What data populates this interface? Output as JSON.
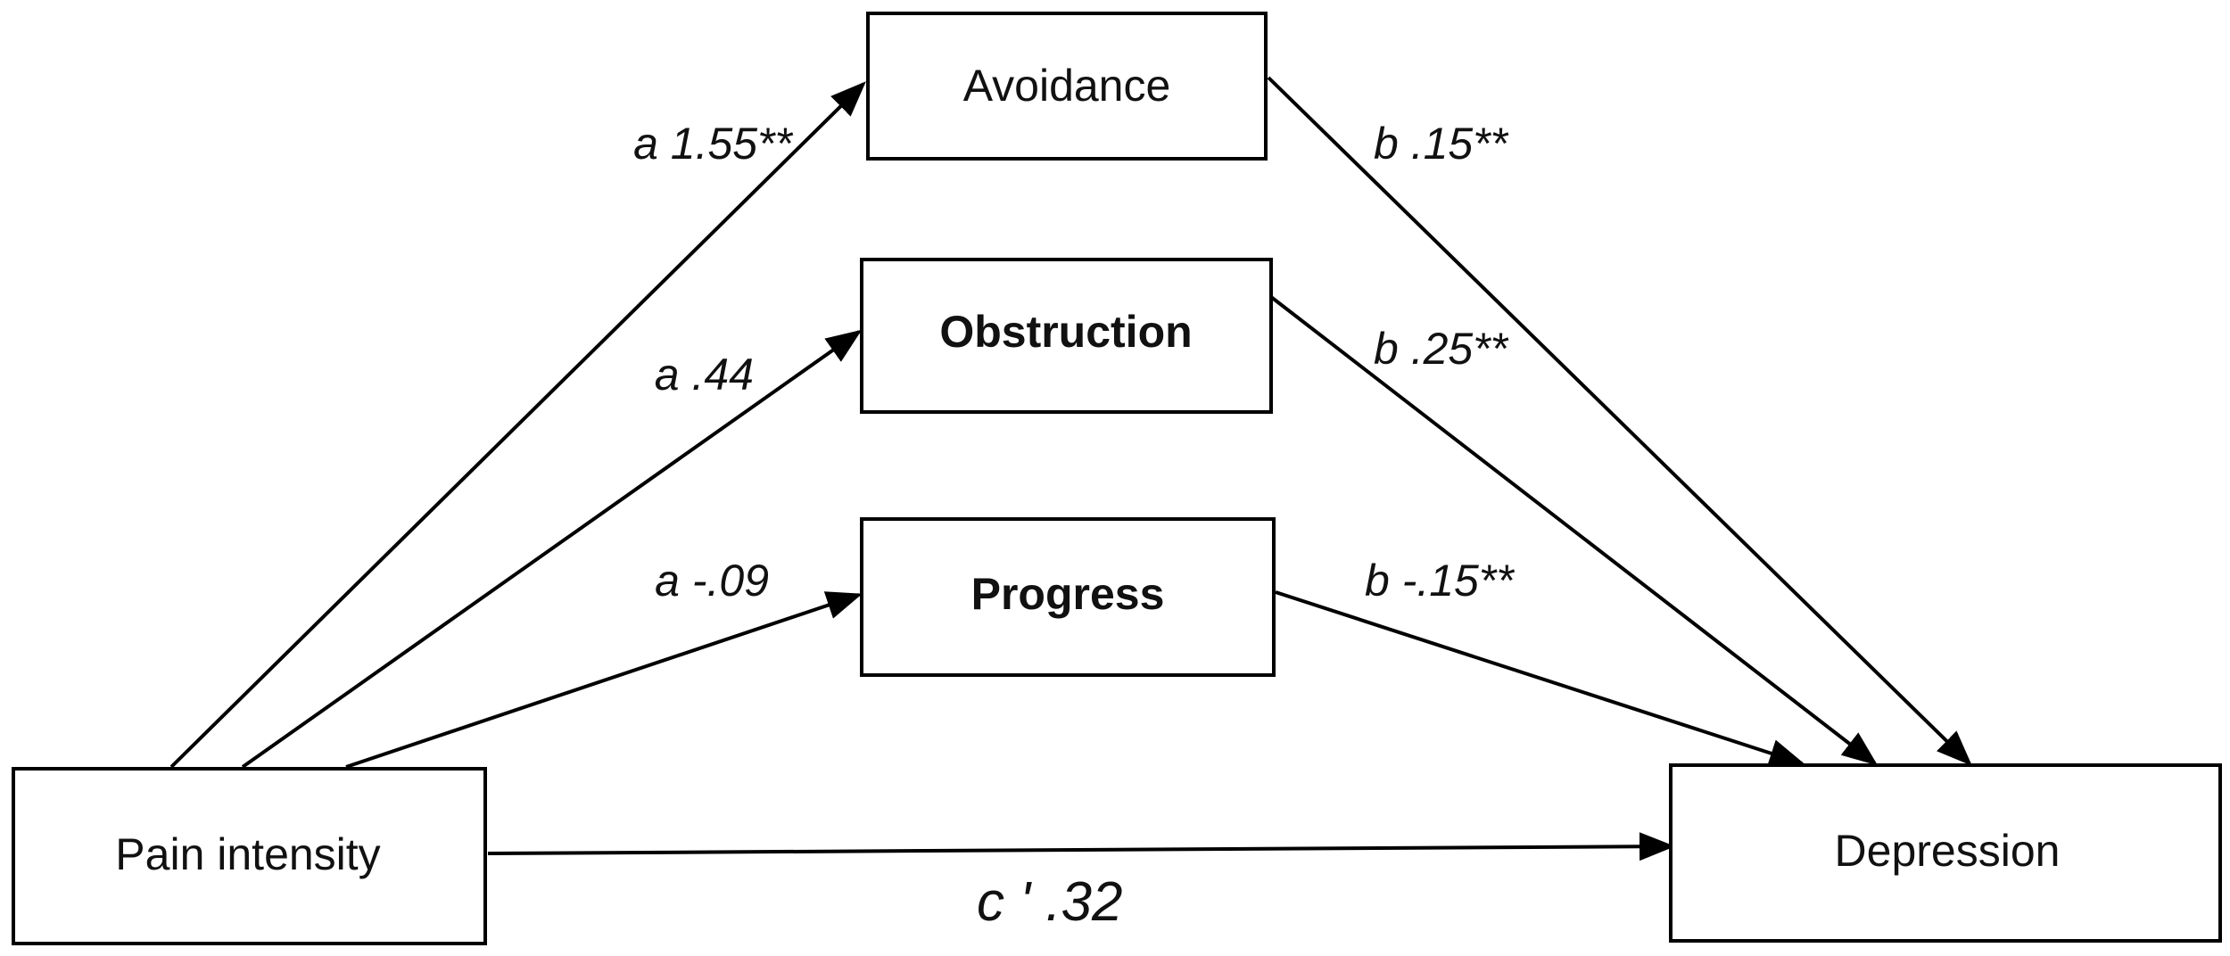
{
  "nodes": {
    "avoidance": "Avoidance",
    "obstruction": "Obstruction",
    "progress": "Progress",
    "pain_intensity": "Pain intensity",
    "depression": "Depression"
  },
  "paths": {
    "a_avoidance": "a 1.55**",
    "a_obstruction": "a .44",
    "a_progress": "a -.09",
    "b_avoidance": "b .15**",
    "b_obstruction": "b .25**",
    "b_progress": "b -.15**",
    "c_prime": "c ' .32"
  }
}
